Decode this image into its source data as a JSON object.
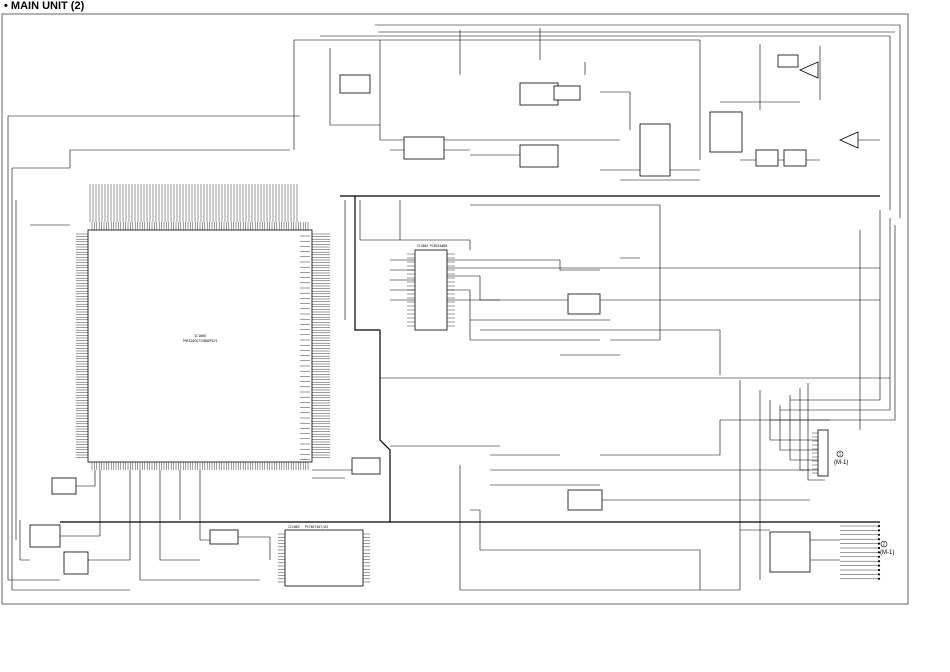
{
  "page": {
    "title": "• MAIN UNIT (2)"
  },
  "main_ic": {
    "ref": "IC1000",
    "part": "TMS320C6713BGDP225"
  },
  "ic_mid": {
    "ref": "IC4001",
    "part": "PCM4204DB"
  },
  "ic_bottom": {
    "ref": "IC1003",
    "part": "PCF8574AT/03"
  },
  "connector_m1_a": {
    "marker": "1",
    "label": "(M-1)"
  },
  "connector_m1_b": {
    "marker": "2",
    "label": "(M-1)"
  },
  "colors": {
    "line": "#000000",
    "background": "#ffffff"
  }
}
